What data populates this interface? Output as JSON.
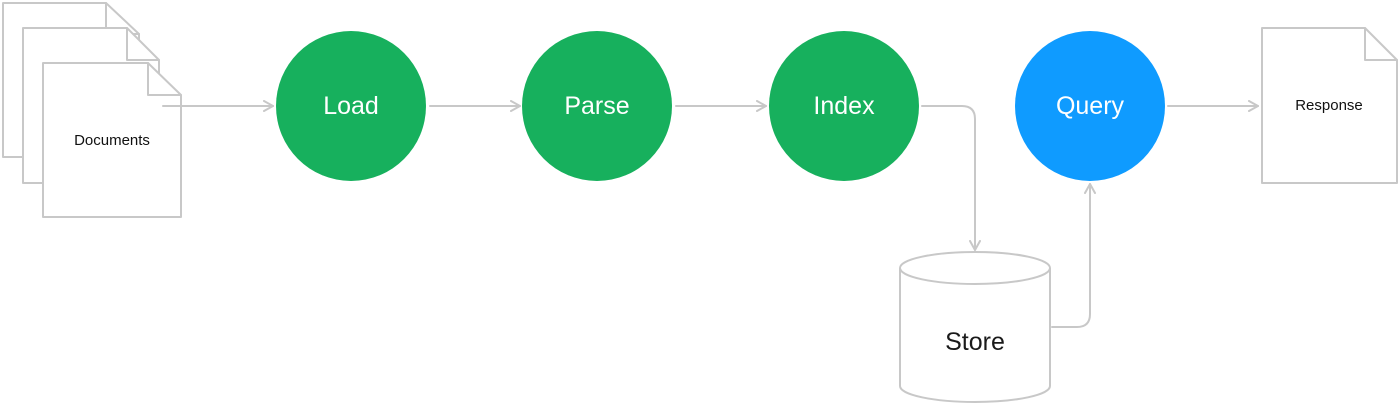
{
  "diagram": {
    "documents": {
      "label": "Documents"
    },
    "stages": [
      {
        "id": "load",
        "label": "Load",
        "color": "#17b05d"
      },
      {
        "id": "parse",
        "label": "Parse",
        "color": "#17b05d"
      },
      {
        "id": "index",
        "label": "Index",
        "color": "#17b05d"
      },
      {
        "id": "query",
        "label": "Query",
        "color": "#0f9bff"
      }
    ],
    "store": {
      "label": "Store"
    },
    "response": {
      "label": "Response"
    },
    "colors": {
      "outline": "#c8c8c8",
      "stage_green": "#17b05d",
      "stage_blue": "#0f9bff"
    }
  }
}
